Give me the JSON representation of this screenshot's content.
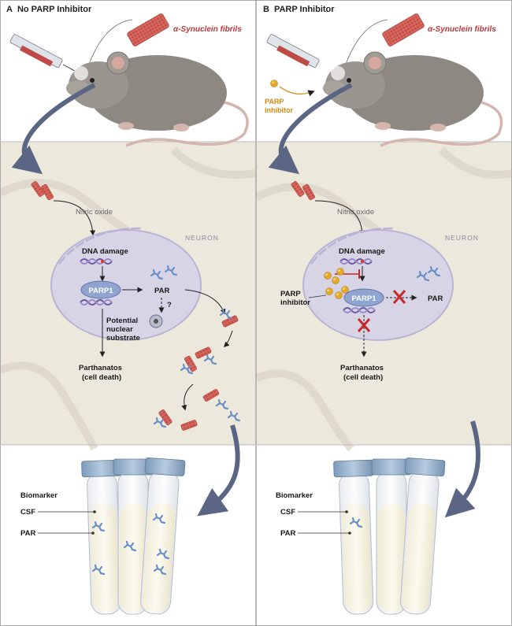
{
  "panels": [
    {
      "letter": "A",
      "title": "No PARP Inhibitor",
      "fibrils": "α-Synuclein fibrils",
      "nitric_oxide": "Nitric oxide",
      "neuron": "NEURON",
      "dna_damage": "DNA damage",
      "parp1": "PARP1",
      "par": "PAR",
      "question": "?",
      "substrate": [
        "Potential",
        "nuclear",
        "substrate"
      ],
      "parthanatos": [
        "Parthanatos",
        "(cell death)"
      ],
      "biomarker": "Biomarker",
      "csf": "CSF",
      "par_biomarker": "PAR"
    },
    {
      "letter": "B",
      "title": "PARP Inhibitor",
      "fibrils": "α-Synuclein fibrils",
      "inhibitor_top": [
        "PARP",
        "inhibitor"
      ],
      "nitric_oxide": "Nitric oxide",
      "neuron": "NEURON",
      "dna_damage": "DNA damage",
      "parp1": "PARP1",
      "inhibitor_label": [
        "PARP",
        "inhibitor"
      ],
      "par": "PAR",
      "parthanatos": [
        "Parthanatos",
        "(cell death)"
      ],
      "biomarker": "Biomarker",
      "csf": "CSF",
      "par_biomarker": "PAR"
    }
  ],
  "colors": {
    "red_fibril": "#d9675e",
    "arrow_blue": "#5a6683",
    "cell_bg": "#ece8dc",
    "nucleus": "#d7d4e6",
    "parp_oval": "#8fa4cf",
    "inhibitor": "#e4a92a",
    "x_red": "#c72a2a",
    "tube_cap": "#8aa7c4",
    "par_blue": "#6a8fc7"
  }
}
